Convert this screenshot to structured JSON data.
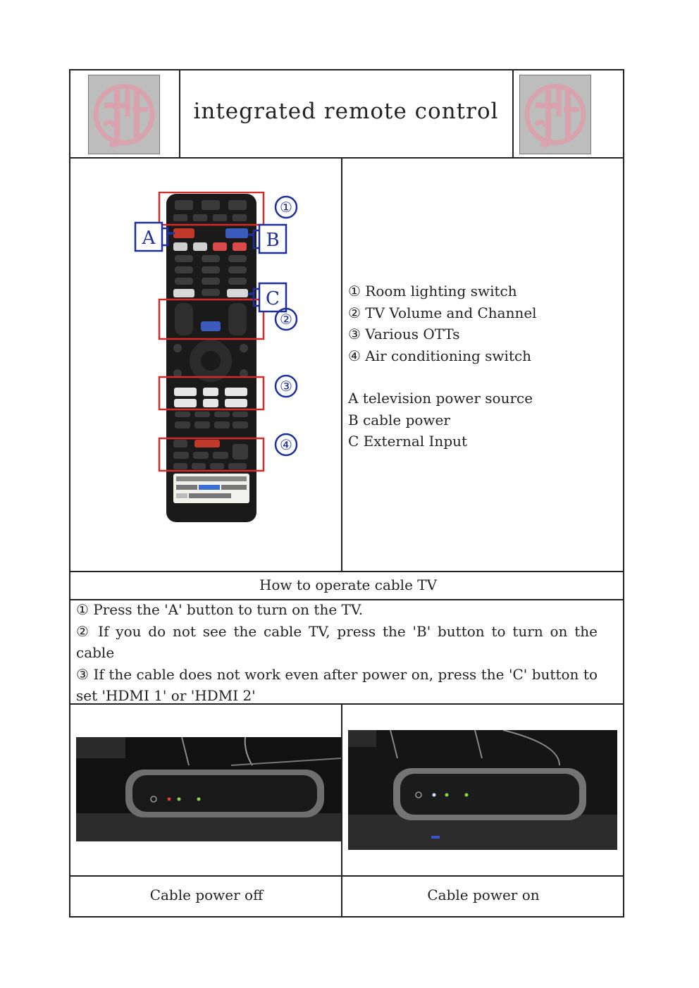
{
  "header": {
    "title": "integrated remote control"
  },
  "legend": {
    "numbered": [
      "① Room lighting switch",
      "② TV Volume and Channel",
      "③ Various OTTs",
      "④ Air conditioning switch"
    ],
    "lettered": [
      "A television power source",
      "B cable power",
      "C External Input"
    ]
  },
  "remote_markers": {
    "a": "A",
    "b": "B",
    "c": "C",
    "n1": "①",
    "n2": "②",
    "n3": "③",
    "n4": "④"
  },
  "howto": {
    "title": "How to operate cable TV",
    "steps": [
      "① Press the 'A' button to turn on the TV.",
      "② If you do not see the cable TV, press the 'B' button to turn on the cable",
      "③ If the cable does not work even after power on, press the 'C' button to set 'HDMI 1' or 'HDMI 2'"
    ]
  },
  "photos": {
    "left_caption": "Cable power off",
    "right_caption": "Cable power on"
  },
  "colors": {
    "highlight_red": "#d42a2a",
    "marker_blue": "#1d2f9c",
    "logo_pink": "#d9a3ad"
  }
}
